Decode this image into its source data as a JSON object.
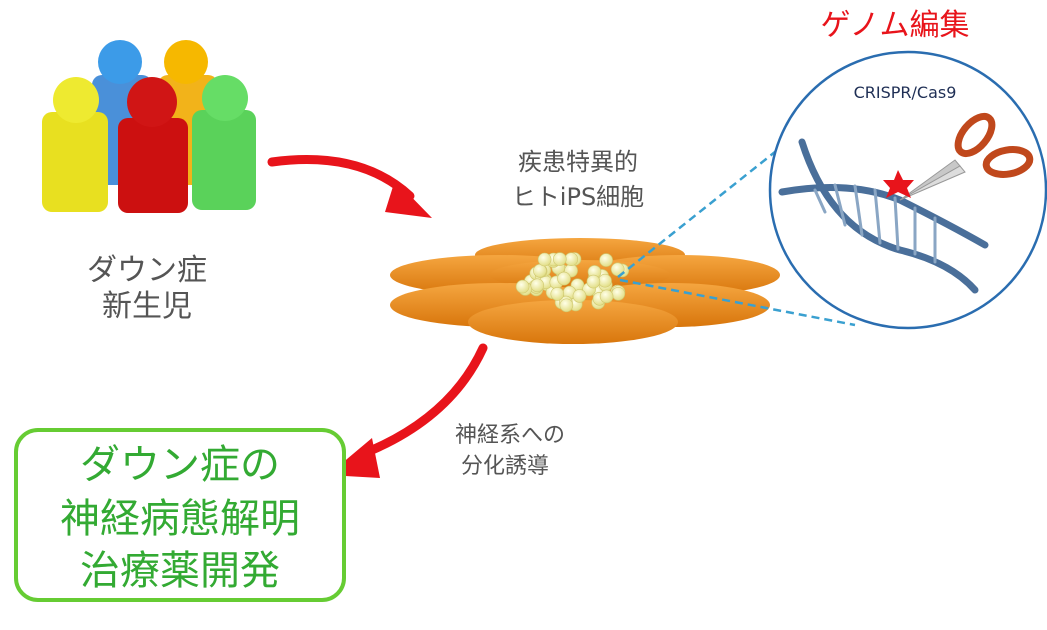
{
  "patients": {
    "line1": "ダウン症",
    "line2": "新生児"
  },
  "ips": {
    "line1": "疾患特異的",
    "line2": "ヒトiPS細胞"
  },
  "genome": {
    "title": "ゲノム編集",
    "tool": "CRISPR/Cas9"
  },
  "differentiation": {
    "line1": "神経系への",
    "line2": "分化誘導"
  },
  "goal": {
    "line1": "ダウン症の",
    "line2": "神経病態解明",
    "line3": "治療薬開発"
  },
  "colors": {
    "arrow": "#e8141b",
    "goal_border": "#66cc33",
    "goal_text": "#33aa33",
    "circle": "#2a6db0",
    "cell": "#e88a1a",
    "genome_title": "#e8141b"
  }
}
